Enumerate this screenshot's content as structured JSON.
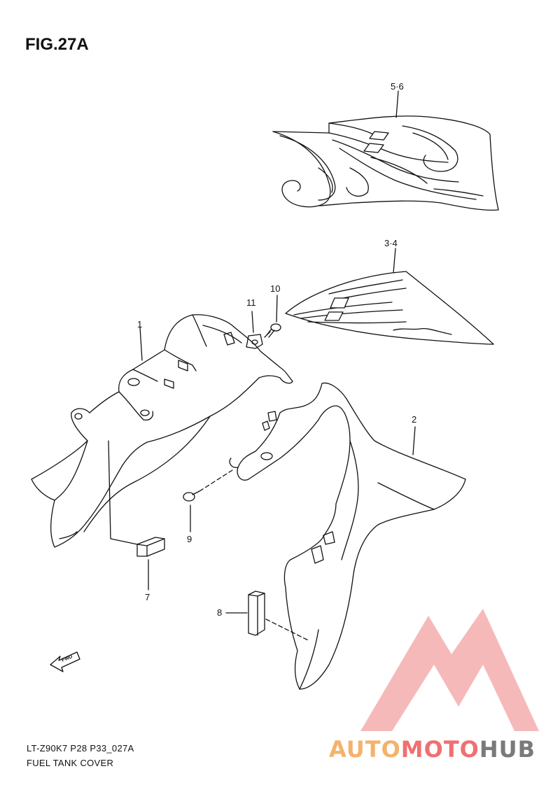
{
  "figure": {
    "title": "FIG.27A"
  },
  "callouts": [
    {
      "id": "c56",
      "label": "5·6"
    },
    {
      "id": "c34",
      "label": "3·4"
    },
    {
      "id": "c10",
      "label": "10"
    },
    {
      "id": "c11",
      "label": "11"
    },
    {
      "id": "c1",
      "label": "1"
    },
    {
      "id": "c2",
      "label": "2"
    },
    {
      "id": "c9",
      "label": "9"
    },
    {
      "id": "c7",
      "label": "7"
    },
    {
      "id": "c8",
      "label": "8"
    }
  ],
  "direction_arrow": {
    "label": "FWD"
  },
  "footer": {
    "code": "LT-Z90K7 P28 P33_027A",
    "name": "FUEL TANK COVER"
  },
  "watermark": {
    "part1": "AUTO",
    "part2": "MOTO",
    "part3": "HUB"
  },
  "colors": {
    "line": "#111111",
    "watermark_red": "#f07070",
    "watermark_orange": "#f5b26b",
    "watermark_gray": "#7a7a7a"
  }
}
